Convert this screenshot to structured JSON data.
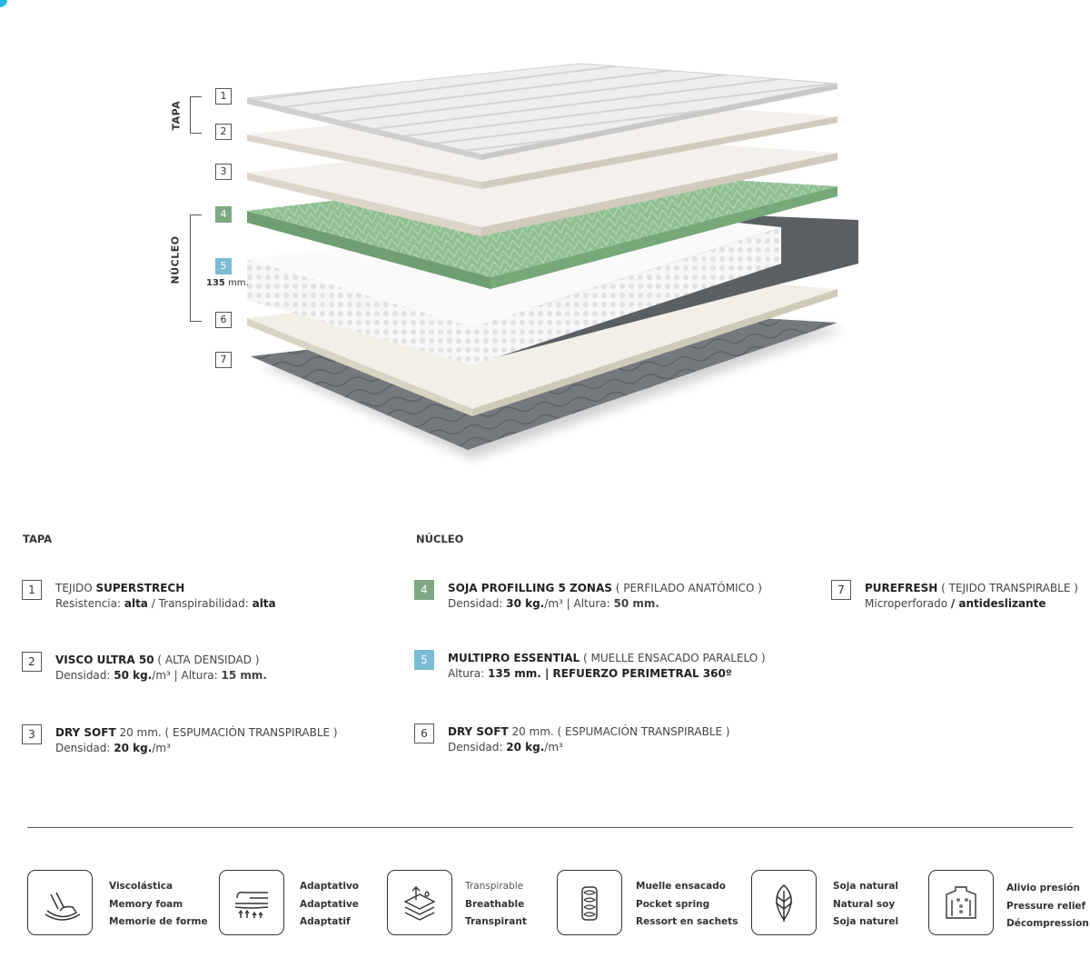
{
  "diagram": {
    "group_tapa": "TAPA",
    "group_nucleo": "NÚCLEO",
    "layer_numbers": [
      "1",
      "2",
      "3",
      "4",
      "5",
      "6",
      "7"
    ],
    "height_value": "135",
    "height_unit": "mm."
  },
  "specs": {
    "tapa_heading": "TAPA",
    "nucleo_heading": "NÚCLEO",
    "items": [
      {
        "num": "1",
        "pre": "TEJIDO ",
        "name": "SUPERSTRECH",
        "extra": "",
        "l2a": "Resistencia: ",
        "l2b": "alta",
        "l2c": " / ",
        "l2d": "Transpirabilidad: ",
        "l2e": "alta"
      },
      {
        "num": "2",
        "pre": "",
        "name": "VISCO ULTRA 50",
        "extra": " ( ALTA DENSIDAD )",
        "l2a": "Densidad: ",
        "l2b": "50 kg.",
        "l2c": "/m³ | Altura: ",
        "l2d": "15 mm.",
        "l2e": ""
      },
      {
        "num": "3",
        "pre": "",
        "name": "DRY SOFT",
        "extra": " 20 mm. ( ESPUMACIÓN TRANSPIRABLE )",
        "l2a": "Densidad: ",
        "l2b": "20 kg.",
        "l2c": "/m³",
        "l2d": "",
        "l2e": ""
      },
      {
        "num": "4",
        "pre": "",
        "name": "SOJA PROFILLING 5 ZONAS",
        "extra": " ( PERFILADO ANATÓMICO )",
        "l2a": "Densidad: ",
        "l2b": "30 kg.",
        "l2c": "/m³ | Altura: ",
        "l2d": "50 mm.",
        "l2e": ""
      },
      {
        "num": "5",
        "pre": "",
        "name": "MULTIPRO ESSENTIAL",
        "extra": " ( MUELLE ENSACADO PARALELO )",
        "l2a": "Altura: ",
        "l2b": "135 mm. | REFUERZO PERIMETRAL 360º",
        "l2c": "",
        "l2d": "",
        "l2e": ""
      },
      {
        "num": "6",
        "pre": "",
        "name": "DRY SOFT",
        "extra": " 20 mm. ( ESPUMACIÓN TRANSPIRABLE )",
        "l2a": "Densidad: ",
        "l2b": "20 kg.",
        "l2c": "/m³",
        "l2d": "",
        "l2e": ""
      },
      {
        "num": "7",
        "pre": "",
        "name": "PUREFRESH",
        "extra": " ( TEJIDO TRANSPIRABLE )",
        "l2a": "Microperforado ",
        "l2b": "/ antideslizante",
        "l2c": "",
        "l2d": "",
        "l2e": ""
      }
    ]
  },
  "features": [
    {
      "icon": "memory-foam-hand-icon",
      "es": "Viscolástica",
      "en": "Memory foam",
      "fr": "Memorie de forme"
    },
    {
      "icon": "adaptive-body-icon",
      "es": "Adaptativo",
      "en": "Adaptative",
      "fr": "Adaptatif"
    },
    {
      "icon": "breathable-layers-icon",
      "es": "Transpirable",
      "en": "Breathable",
      "fr": "Transpirant"
    },
    {
      "icon": "pocket-spring-icon",
      "es": "Muelle ensacado",
      "en": "Pocket spring",
      "fr": "Ressort en sachets"
    },
    {
      "icon": "leaf-icon",
      "es": "Soja natural",
      "en": "Natural soy",
      "fr": "Soja naturel"
    },
    {
      "icon": "pressure-relief-icon",
      "es": "Alivio presión",
      "en": "Pressure relief",
      "fr": "Décompression"
    }
  ],
  "colors": {
    "green": "#7fa882",
    "blue": "#7bbcd4",
    "dark_fabric": "#55595e",
    "accent": "#1fb6e0"
  }
}
